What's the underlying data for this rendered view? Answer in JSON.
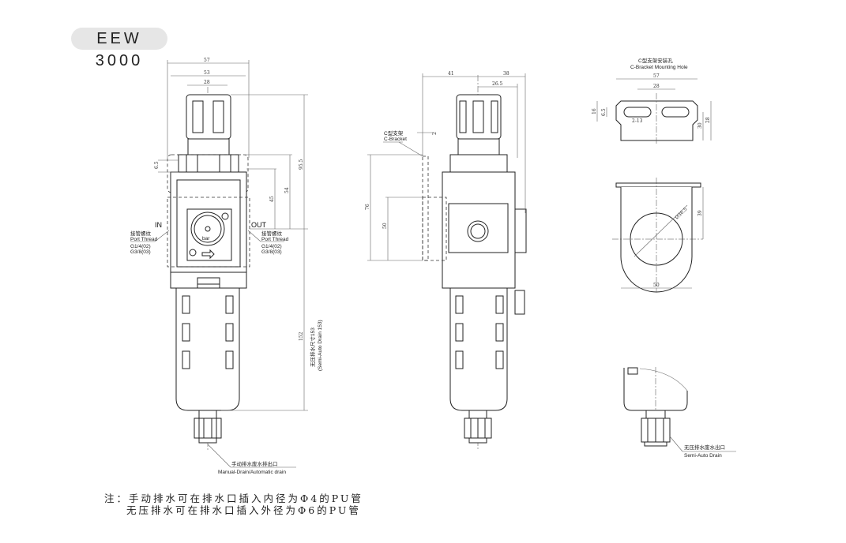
{
  "title": "EEW 3000",
  "front_view": {
    "dims": {
      "w57": "57",
      "w53": "53",
      "w28": "28",
      "h95_5": "95.5",
      "h54": "54",
      "h45": "45",
      "h6_5": "6.5",
      "h152": "152"
    },
    "in_label": "IN",
    "out_label": "OUT",
    "port_left": {
      "cn": "接管螺纹",
      "en": "Port Thread",
      "g1": "G1/4(02)",
      "g2": "G3/8(03)"
    },
    "port_right": {
      "cn": "接管螺纹",
      "en": "Port Thread",
      "g1": "G1/4(02)",
      "g2": "G3/8(03)"
    },
    "gauge_unit": "bar",
    "semi_auto_dim": {
      "cn": "无压排水尺寸153",
      "en": "(Semi-Auto Drain 153)"
    },
    "drain_label": {
      "cn": "手动排水废水排出口",
      "en": "Manual-Drain/Automatic drain"
    }
  },
  "side_view": {
    "dims": {
      "d41": "41",
      "d38": "38",
      "d26_5": "26.5",
      "d2": "2",
      "h76": "76",
      "h50": "50"
    },
    "bracket_label": {
      "cn": "C型支架",
      "en": "C-Bracket"
    }
  },
  "bracket_view": {
    "label": {
      "cn": "C型支架安装孔",
      "en": "C-Bracket Mounting Hole"
    },
    "dims": {
      "w57": "57",
      "w28": "28",
      "h16": "16",
      "h6_5": "6.5",
      "slot": "2-13",
      "h30": "30",
      "h28": "28",
      "h39": "39",
      "w50": "50",
      "dia": "Ø36.5"
    }
  },
  "semi_auto_view": {
    "label": {
      "cn": "无压排水废水出口",
      "en": "Semi-Auto Drain"
    }
  },
  "notes": {
    "line1": "注：手动排水可在排水口插入内径为Φ4的PU管",
    "line2": "无压排水可在排水口插入外径为Φ6的PU管"
  }
}
